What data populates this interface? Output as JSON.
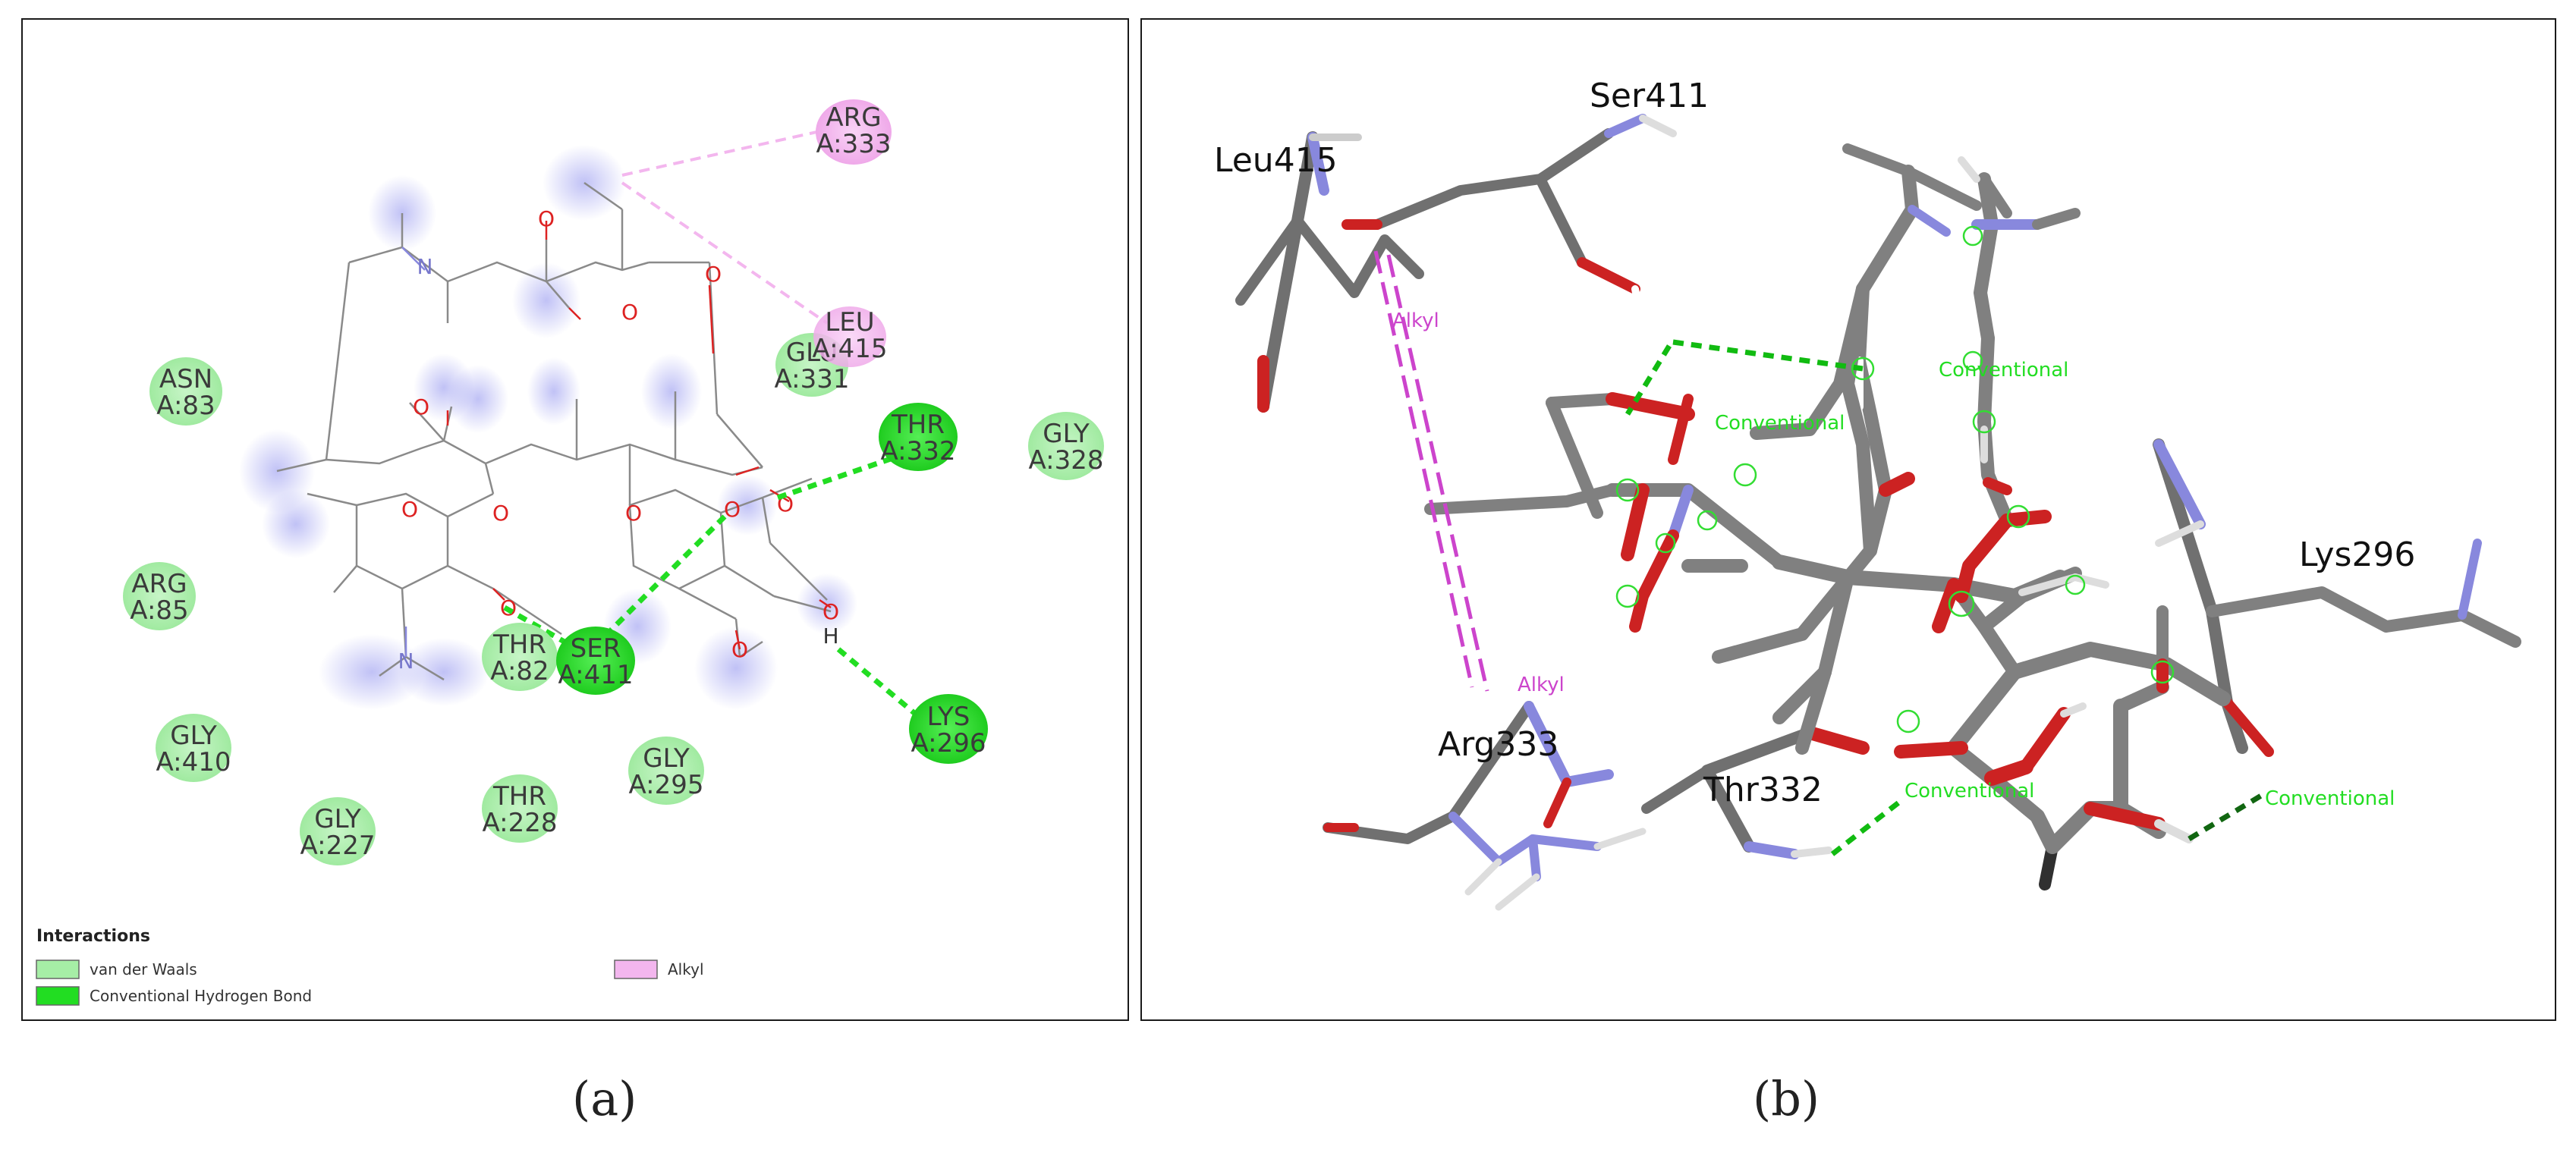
{
  "panels": {
    "a": {
      "caption": "(a)",
      "legend": {
        "title": "Interactions",
        "items": [
          {
            "label": "van der Waals",
            "color": "#a6eea6"
          },
          {
            "label": "Conventional Hydrogen Bond",
            "color": "#22dd22"
          },
          {
            "label": "Alkyl",
            "color": "#f3b6ee"
          }
        ]
      },
      "residues": [
        {
          "id": "arg333",
          "line1": "ARG",
          "line2": "A:333",
          "kind": "alkyl"
        },
        {
          "id": "leu415",
          "line1": "LEU",
          "line2": "A:415",
          "kind": "alkyl"
        },
        {
          "id": "glu331",
          "line1": "GLU",
          "line2": "A:331",
          "kind": "vdw"
        },
        {
          "id": "asn83",
          "line1": "ASN",
          "line2": "A:83",
          "kind": "vdw"
        },
        {
          "id": "thr332",
          "line1": "THR",
          "line2": "A:332",
          "kind": "hbond"
        },
        {
          "id": "gly328",
          "line1": "GLY",
          "line2": "A:328",
          "kind": "vdw"
        },
        {
          "id": "arg85",
          "line1": "ARG",
          "line2": "A:85",
          "kind": "vdw"
        },
        {
          "id": "thr82",
          "line1": "THR",
          "line2": "A:82",
          "kind": "vdw"
        },
        {
          "id": "ser411",
          "line1": "SER",
          "line2": "A:411",
          "kind": "hbond"
        },
        {
          "id": "lys296",
          "line1": "LYS",
          "line2": "A:296",
          "kind": "hbond"
        },
        {
          "id": "gly410",
          "line1": "GLY",
          "line2": "A:410",
          "kind": "vdw"
        },
        {
          "id": "gly295",
          "line1": "GLY",
          "line2": "A:295",
          "kind": "vdw"
        },
        {
          "id": "gly227",
          "line1": "GLY",
          "line2": "A:227",
          "kind": "vdw"
        },
        {
          "id": "thr228",
          "line1": "THR",
          "line2": "A:228",
          "kind": "vdw"
        }
      ],
      "atoms": {
        "oxygen": "O",
        "nitrogen": "N",
        "hydrogen": "H"
      }
    },
    "b": {
      "caption": "(b)",
      "residue_labels": [
        "Leu415",
        "Ser411",
        "Arg333",
        "Thr332",
        "Lys296"
      ],
      "bond_labels": {
        "conventional": "Conventional",
        "alkyl": "Alkyl"
      }
    }
  },
  "colors": {
    "vdw": "#a6eea6",
    "hbond": "#22dd22",
    "alkyl": "#f3b6ee",
    "alkyl_line": "#f0a6ea",
    "oxygen": "#dd2222",
    "nitrogen": "#7777cc",
    "carbon_stick": "#808080",
    "alkyl_3d": "#cc44cc"
  }
}
